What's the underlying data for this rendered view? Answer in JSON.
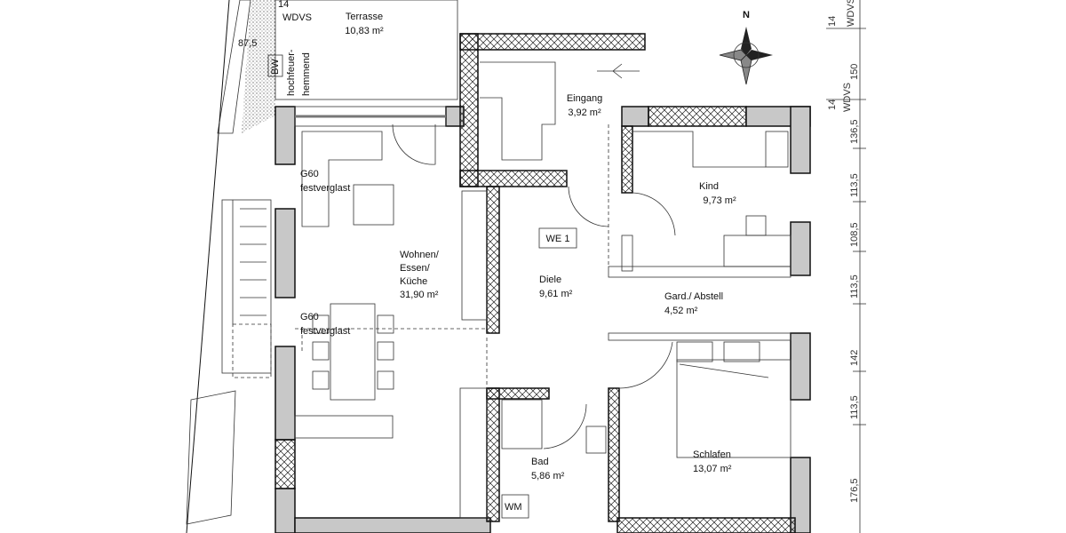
{
  "rooms": {
    "terrasse": {
      "name": "Terrasse",
      "area": "10,83 m²"
    },
    "eingang": {
      "name": "Eingang",
      "area": "3,92 m²"
    },
    "kind": {
      "name": "Kind",
      "area": "9,73 m²"
    },
    "wohnen": {
      "name1": "Wohnen/",
      "name2": "Essen/",
      "name3": "Küche",
      "area": "31,90 m²"
    },
    "diele": {
      "name": "Diele",
      "area": "9,61 m²"
    },
    "gard": {
      "name": "Gard./ Abstell",
      "area": "4,52 m²"
    },
    "bad": {
      "name": "Bad",
      "area": "5,86 m²"
    },
    "schlafen": {
      "name": "Schlafen",
      "area": "13,07 m²"
    }
  },
  "labels": {
    "unit": "WE 1",
    "wm": "WM",
    "g60_1": "G60",
    "g60_1b": "festverglast",
    "g60_2": "G60",
    "g60_2b": "festverglast",
    "wdvs_top": "WDVS",
    "dim14_top": "14",
    "dim875": "87,5",
    "bw": "BW",
    "fire1": "hochfeuer-",
    "fire2": "hemmend",
    "north": "N"
  },
  "dimensions_right": [
    "14",
    "WDVS",
    "150",
    "14",
    "WDVS",
    "136,5",
    "113,5",
    "108,5",
    "113,5",
    "142",
    "113,5",
    "176,5"
  ],
  "colors": {
    "wall": "#c8c8c8",
    "line": "#111111"
  }
}
